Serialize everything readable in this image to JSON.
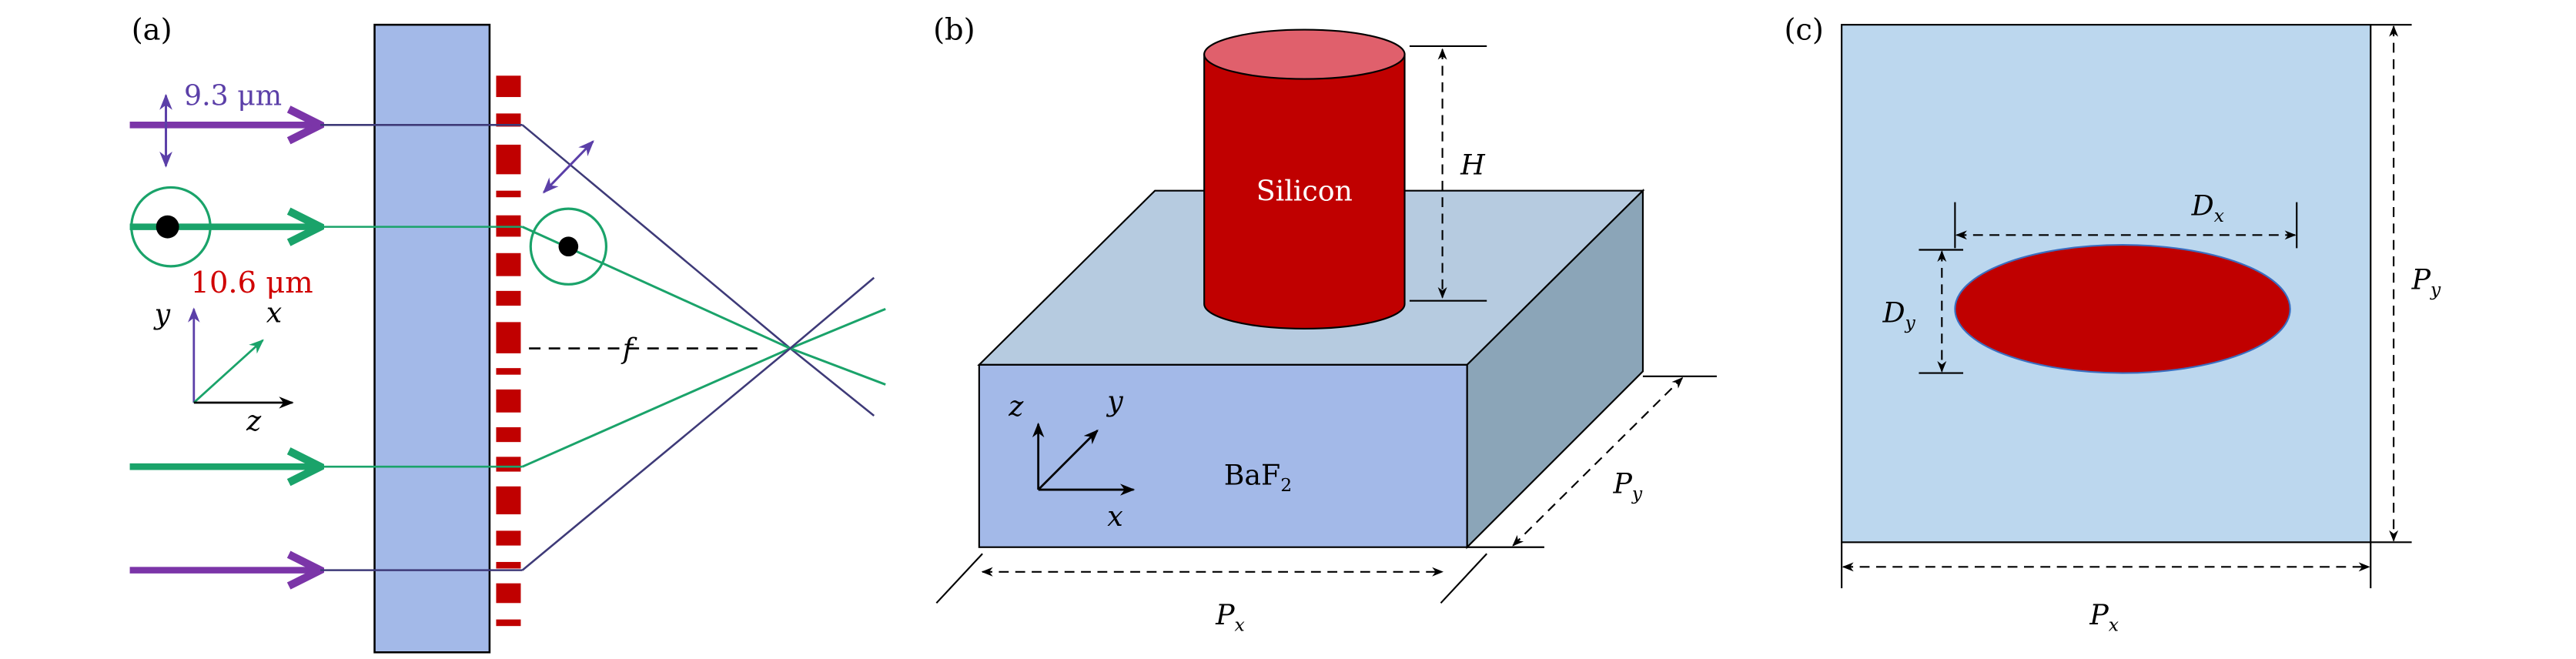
{
  "panel_a": {
    "label": "(a)",
    "wavelength_1": "9.3 μm",
    "wavelength_2": "10.6 μm",
    "axis_y": "y",
    "axis_x": "x",
    "axis_z": "z",
    "focal_label": "f",
    "colors": {
      "purple": "#5b3fa8",
      "green": "#1aa36a",
      "red": "#c00000",
      "substrate": "#a3b9e8"
    }
  },
  "panel_b": {
    "label": "(b)",
    "pillar_material": "Silicon",
    "height_label": "H",
    "substrate_main": "BaF",
    "substrate_sub": "2",
    "axis_z": "z",
    "axis_y": "y",
    "axis_x": "x",
    "px_main": "P",
    "px_sub": "x",
    "py_main": "P",
    "py_sub": "y"
  },
  "panel_c": {
    "label": "(c)",
    "dx_main": "D",
    "dx_sub": "x",
    "dy_main": "D",
    "dy_sub": "y",
    "py_main": "P",
    "py_sub": "y",
    "px_main": "P",
    "px_sub": "x"
  }
}
